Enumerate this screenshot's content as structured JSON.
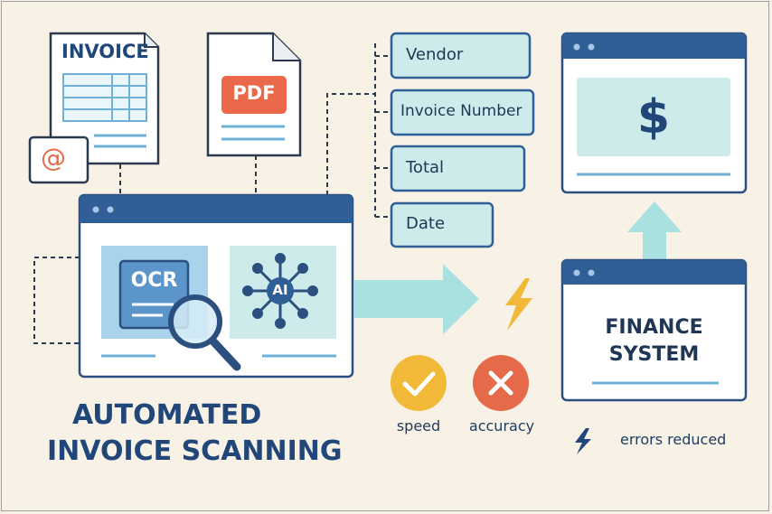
{
  "documents": {
    "invoice_title": "INVOICE",
    "email_symbol": "@",
    "pdf_label": "PDF"
  },
  "extracted_fields": [
    "Vendor",
    "Invoice Number",
    "Total",
    "Date"
  ],
  "processing": {
    "ocr_label": "OCR",
    "ai_label": "AI"
  },
  "finance": {
    "currency_symbol": "$",
    "system_line1": "FINANCE",
    "system_line2": "SYSTEM"
  },
  "benefits": {
    "speed": "speed",
    "accuracy": "accuracy",
    "errors": "errors reduced"
  },
  "title": {
    "line1": "AUTOMATED",
    "line2": "INVOICE SCANNING"
  },
  "colors": {
    "navy": "#2f5f96",
    "teal_fill": "#cdebea",
    "light_blue": "#a9d3ea",
    "yellow": "#f2b838",
    "red": "#e56a4a",
    "arrow": "#a9e0e0"
  }
}
